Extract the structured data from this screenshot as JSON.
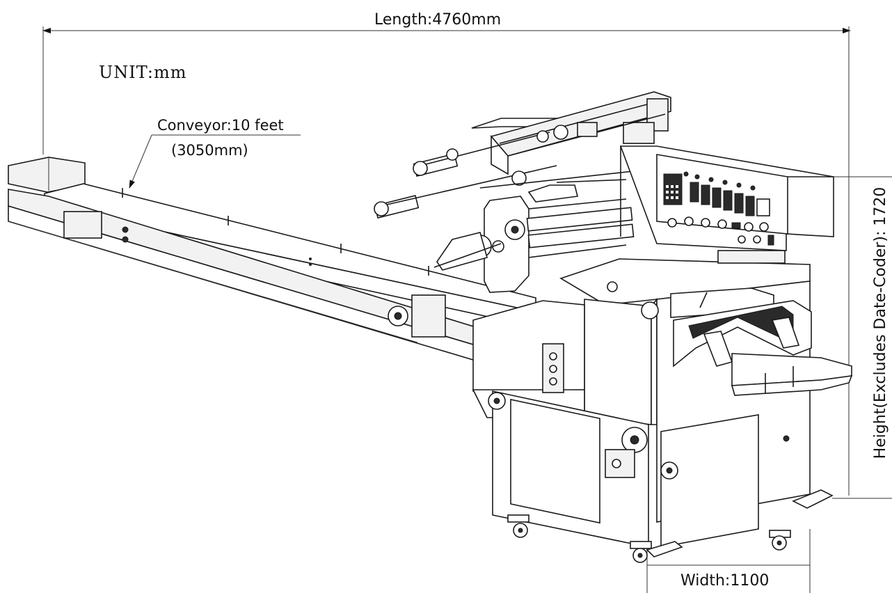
{
  "labels": {
    "length": "Length:4760mm",
    "unit": "UNIT:mm",
    "conveyor_line1": "Conveyor:10 feet",
    "conveyor_line2": "(3050mm)",
    "height": "Height(Excludes Date-Coder): 1720",
    "width": "Width:1100"
  }
}
